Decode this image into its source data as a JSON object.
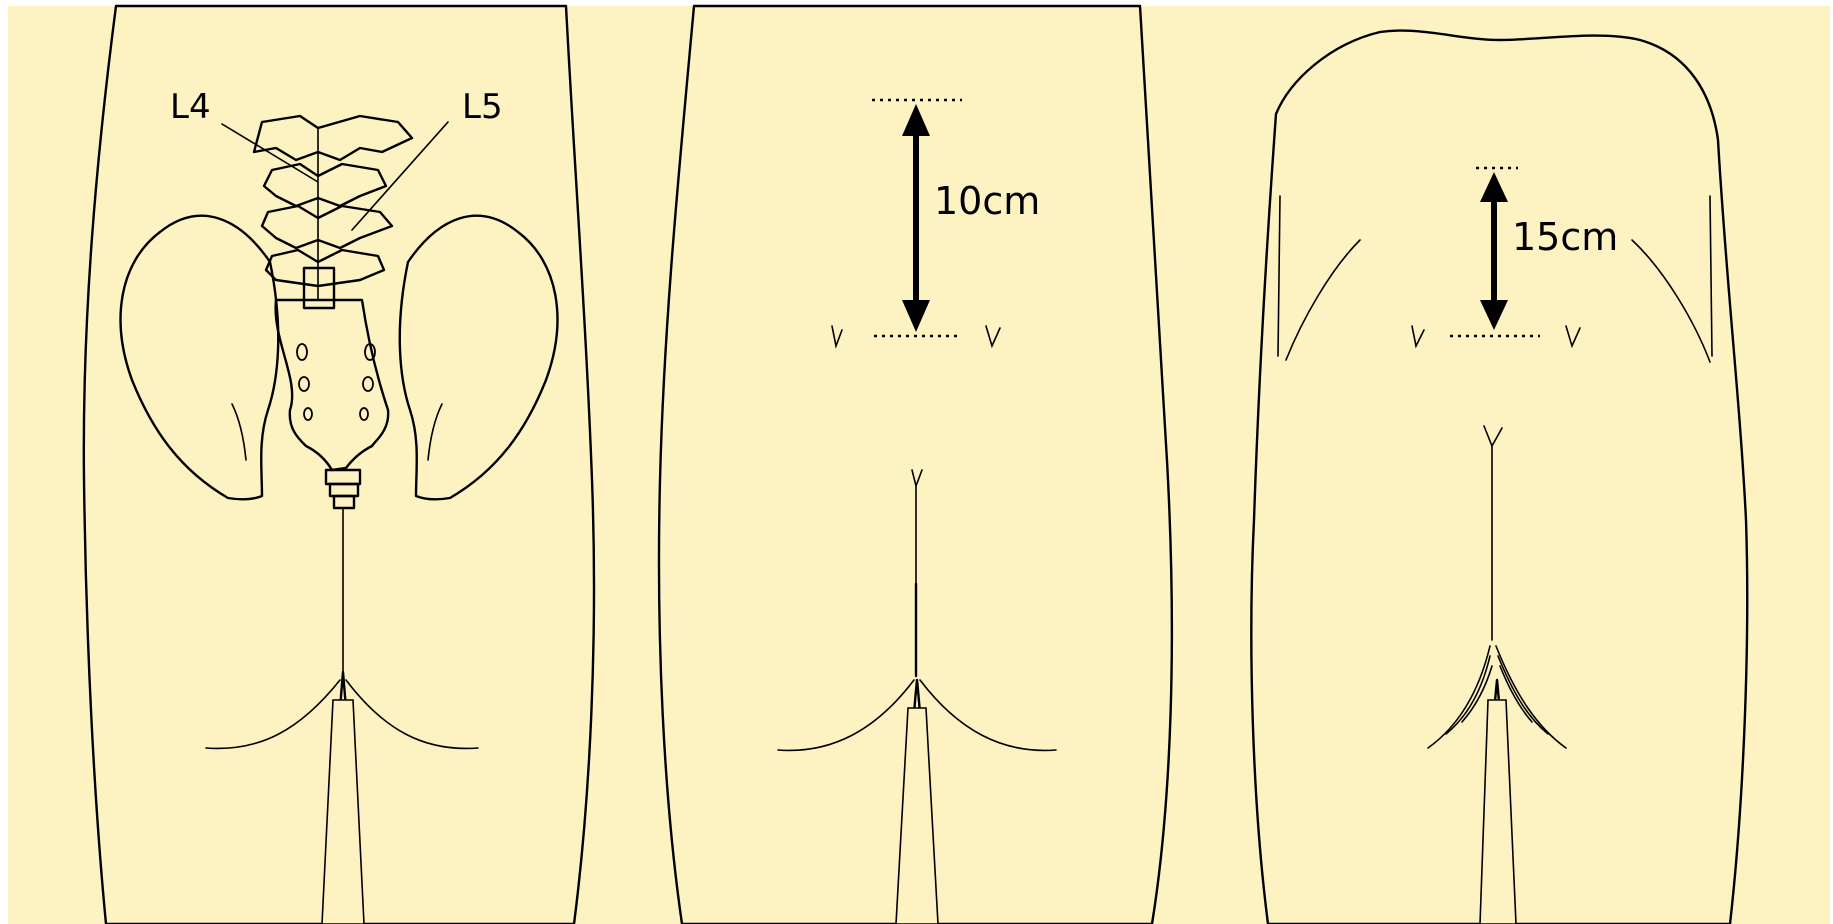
{
  "panels": [
    {
      "labels": {
        "left_vertebra": "L4",
        "right_vertebra": "L5"
      }
    },
    {
      "measurement": "10cm"
    },
    {
      "measurement": "15cm"
    }
  ],
  "colors": {
    "background": "#fdf2c2",
    "skin": "#fdd1d3",
    "bone": "#fdf2c2",
    "line": "#000000"
  }
}
